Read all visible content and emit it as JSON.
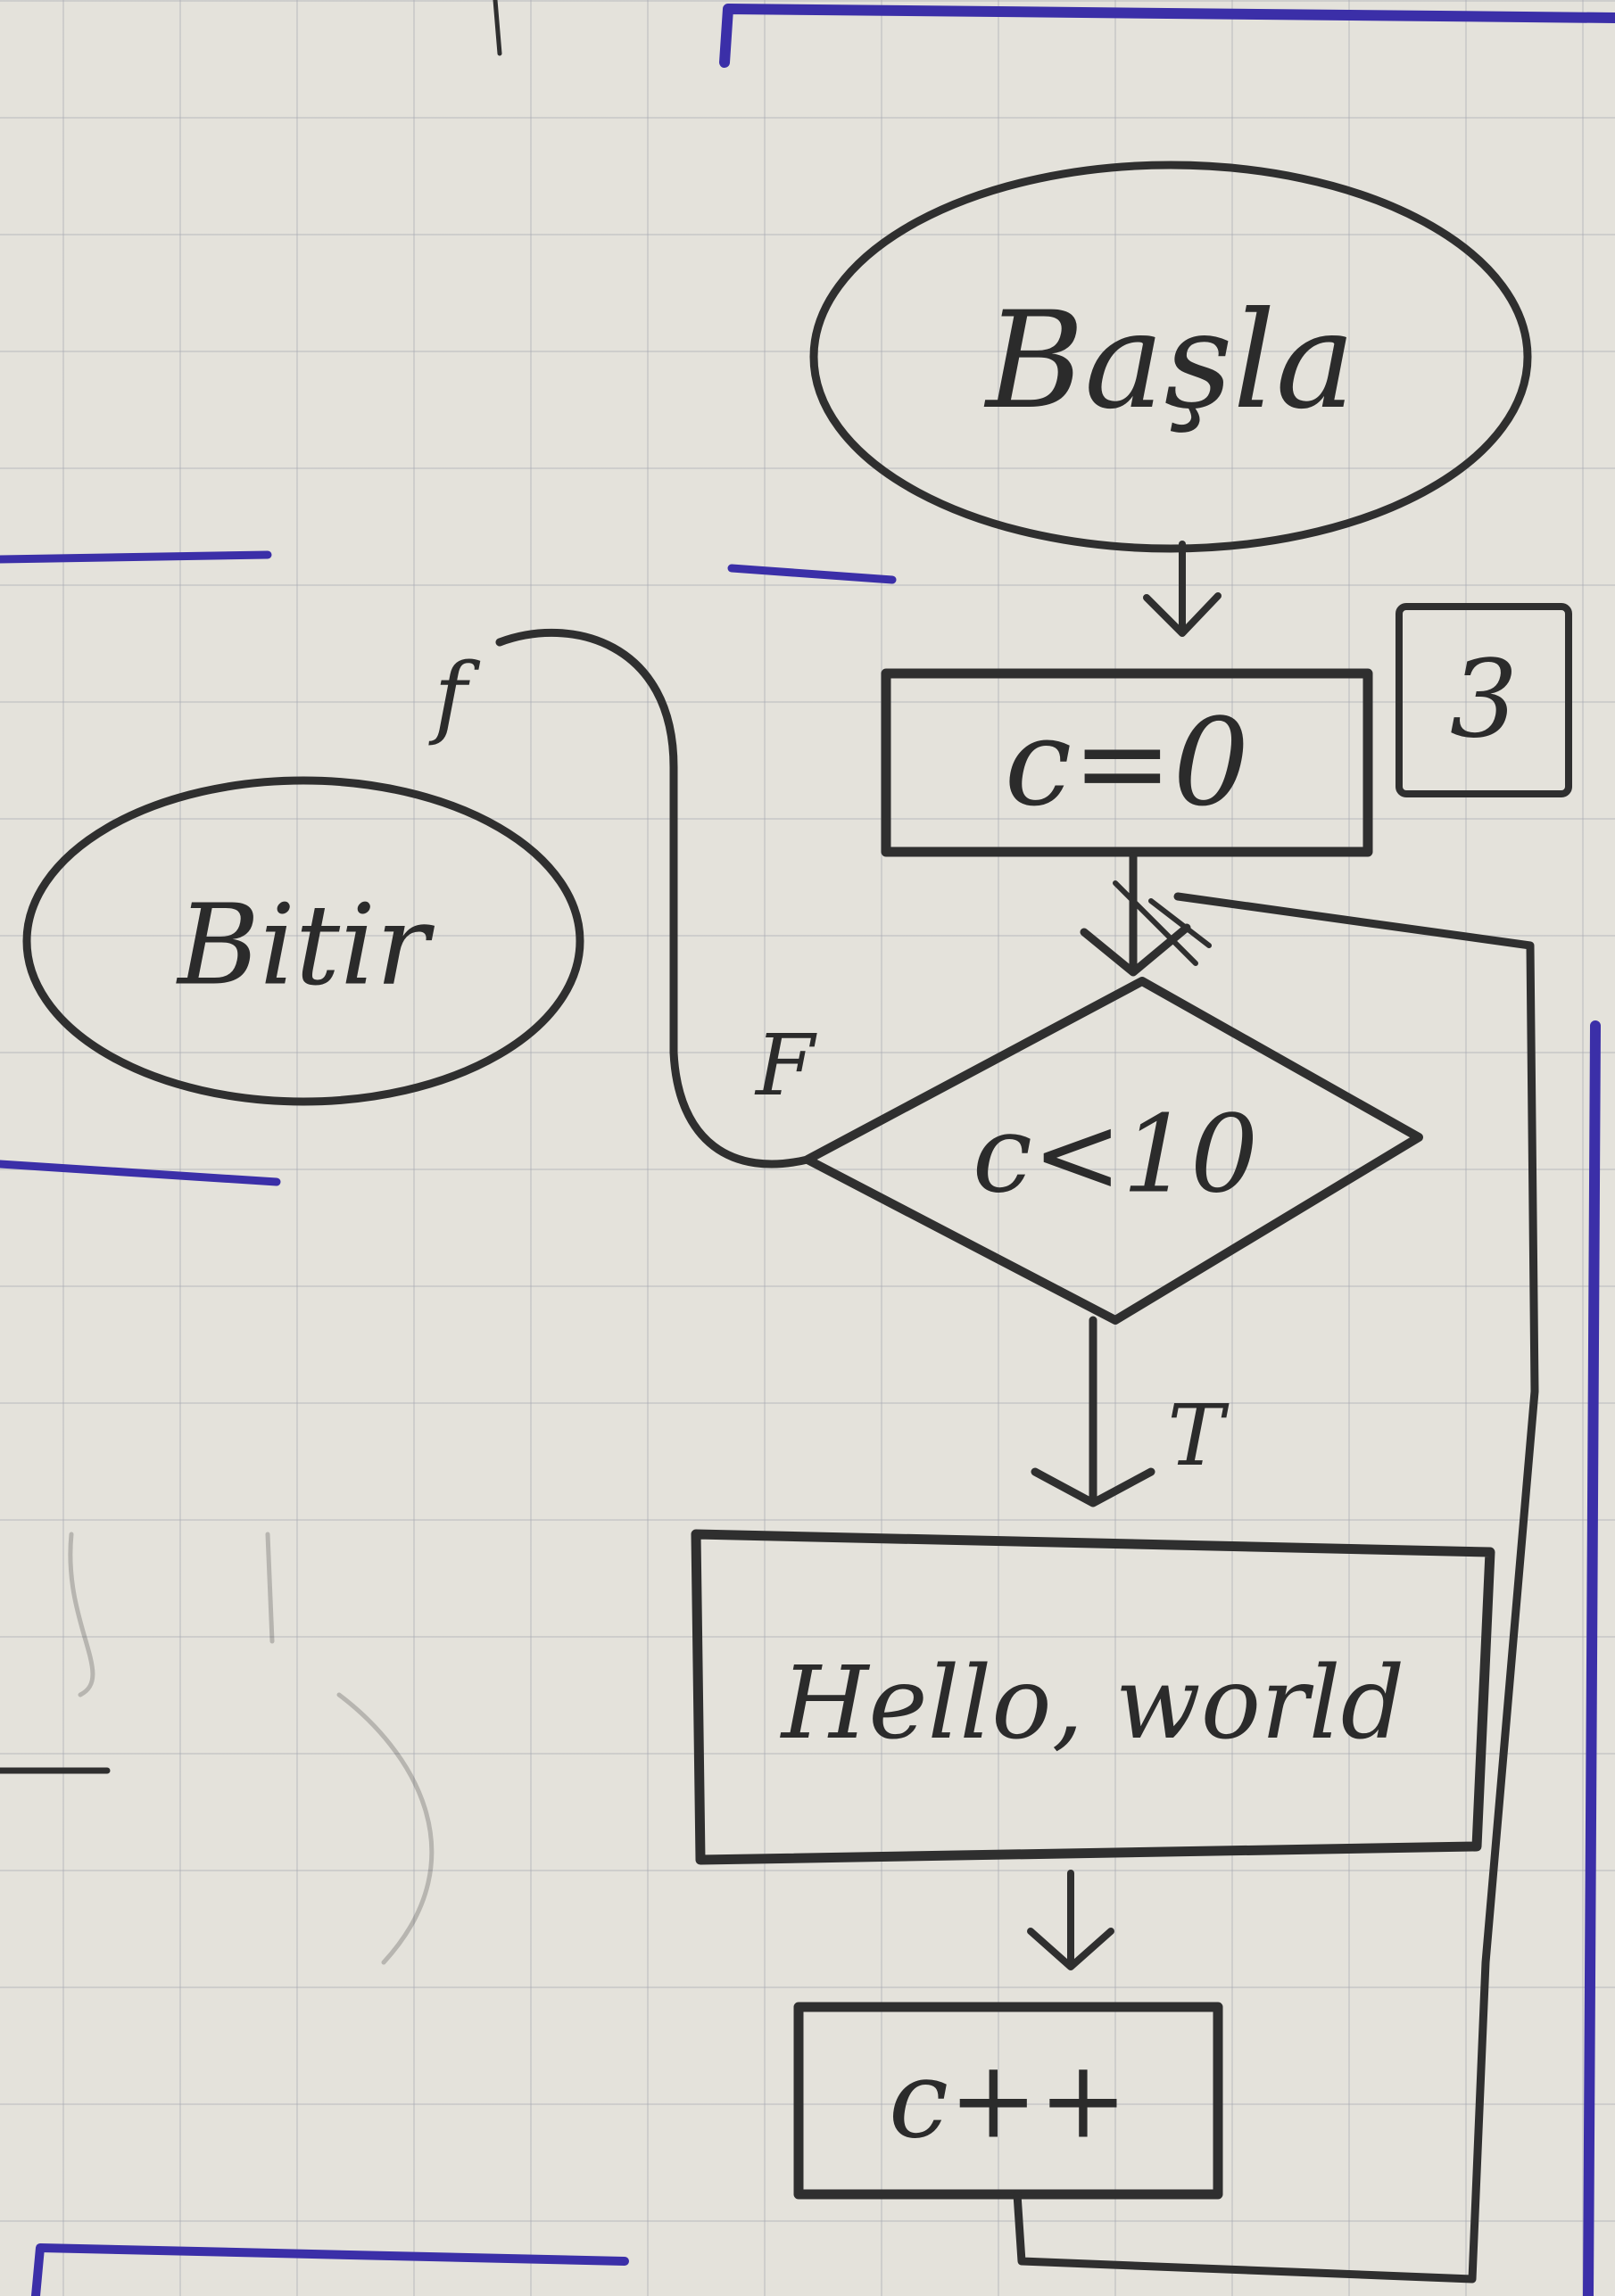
{
  "flowchart": {
    "start": "Başla",
    "init": "c=0",
    "condition": "c<10",
    "output": "Hello, world",
    "increment": "c++",
    "end": "Bitir",
    "true_label": "T",
    "false_label": "F",
    "false_label_small": "f",
    "note": "3"
  }
}
